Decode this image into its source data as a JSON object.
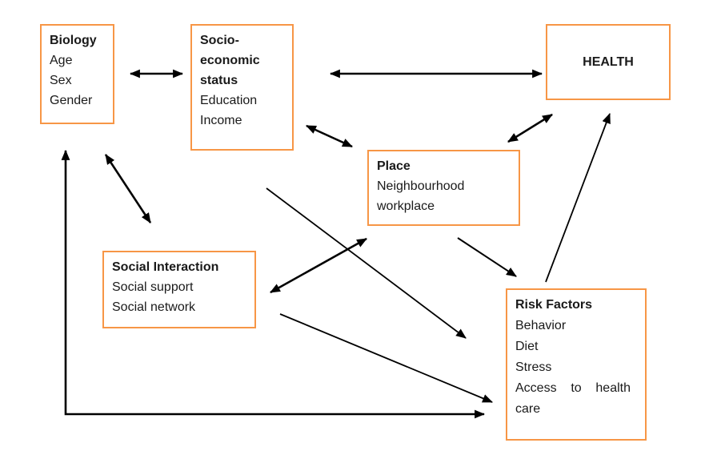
{
  "diagram": {
    "nodes": [
      {
        "id": "biology",
        "title": "Biology",
        "items": [
          "Age",
          "Sex",
          "Gender"
        ]
      },
      {
        "id": "socioeconomic",
        "title": "Socio-economic status",
        "items": [
          "Education",
          "Income"
        ]
      },
      {
        "id": "health",
        "title": "HEALTH",
        "items": []
      },
      {
        "id": "place",
        "title": "Place",
        "items": [
          "Neighbourhood",
          "workplace"
        ]
      },
      {
        "id": "social-interaction",
        "title": "Social Interaction",
        "items": [
          "Social support",
          "Social network"
        ]
      },
      {
        "id": "risk-factors",
        "title": "Risk Factors",
        "items": [
          "Behavior",
          "Diet",
          "Stress",
          "Access to health care"
        ]
      }
    ],
    "edges": [
      {
        "from": "Biology",
        "to": "Socio-economic status",
        "direction": "bidirectional"
      },
      {
        "from": "Socio-economic status",
        "to": "HEALTH",
        "direction": "bidirectional"
      },
      {
        "from": "Socio-economic status",
        "to": "Place",
        "direction": "bidirectional"
      },
      {
        "from": "HEALTH",
        "to": "Place",
        "direction": "bidirectional"
      },
      {
        "from": "Biology",
        "to": "Social Interaction",
        "direction": "bidirectional"
      },
      {
        "from": "Place",
        "to": "Social Interaction",
        "direction": "bidirectional"
      },
      {
        "from": "Socio-economic status",
        "to": "Risk Factors",
        "direction": "one-way"
      },
      {
        "from": "Place",
        "to": "Risk Factors",
        "direction": "one-way"
      },
      {
        "from": "Social Interaction",
        "to": "Risk Factors",
        "direction": "one-way"
      },
      {
        "from": "Risk Factors",
        "to": "HEALTH",
        "direction": "one-way"
      },
      {
        "from": "Biology",
        "to": "Risk Factors",
        "direction": "bidirectional-elbow"
      }
    ],
    "colors": {
      "box_border": "#F79646",
      "arrow": "#000000",
      "text": "#1A1A1A",
      "background": "#FFFFFF"
    }
  }
}
